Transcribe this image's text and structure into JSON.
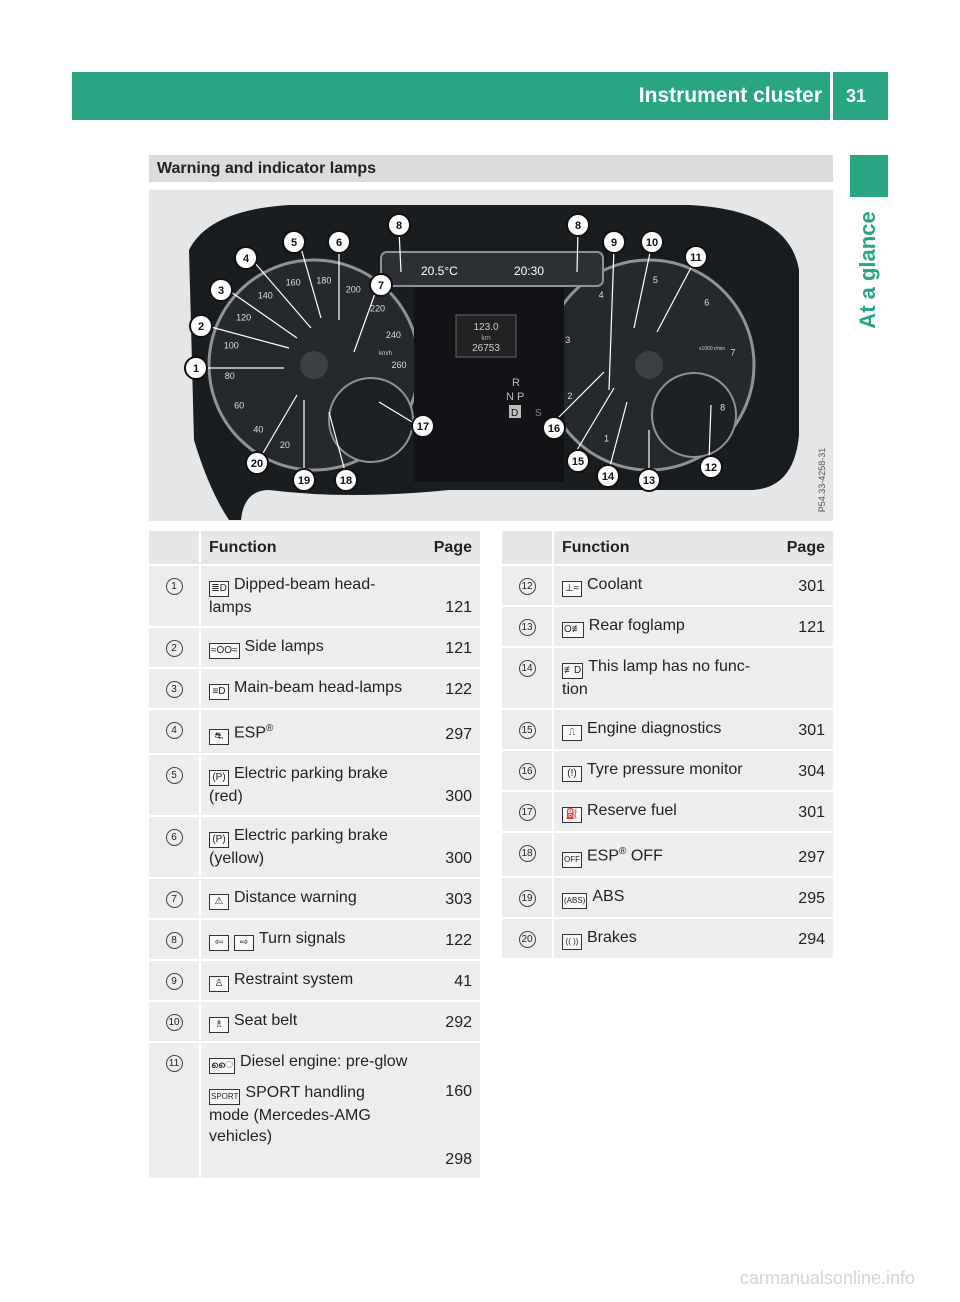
{
  "header": {
    "title": "Instrument cluster",
    "page_number": "31"
  },
  "side_tab": {
    "label": "At a glance"
  },
  "section": {
    "title": "Warning and indicator lamps"
  },
  "illustration": {
    "left_display_temp": "20.5°C",
    "left_display_time": "20:30",
    "trip_value": "123.0",
    "trip_unit": "km",
    "odometer": "26753",
    "gear_r": "R",
    "gear_np": "N P",
    "gear_d": "D",
    "gear_s": "S",
    "image_code": "P54.33-4258-31",
    "callouts": [
      "1",
      "2",
      "3",
      "4",
      "5",
      "6",
      "7",
      "8",
      "8",
      "9",
      "10",
      "11",
      "12",
      "13",
      "14",
      "15",
      "16",
      "17",
      "18",
      "19",
      "20"
    ],
    "speedo_ticks": [
      "20",
      "40",
      "60",
      "80",
      "100",
      "120",
      "140",
      "160",
      "180",
      "200",
      "220",
      "240",
      "260"
    ],
    "speedo_unit": "km/h",
    "tacho_ticks": [
      "1",
      "2",
      "3",
      "4",
      "5",
      "6",
      "7",
      "8"
    ],
    "tacho_unit": "x1000 r/min"
  },
  "table_left": {
    "headers": {
      "function": "Function",
      "page": "Page"
    },
    "rows": [
      {
        "num": "1",
        "icon": "≣D",
        "function": "Dipped-beam head-lamps",
        "page": "121"
      },
      {
        "num": "2",
        "icon": "≈OO≈",
        "function": "Side lamps",
        "page": "121"
      },
      {
        "num": "3",
        "icon": "≡D",
        "function": "Main-beam head-lamps",
        "page": "122"
      },
      {
        "num": "4",
        "icon": "⛐",
        "function": "ESP",
        "page": "297"
      },
      {
        "num": "5",
        "icon": "(P)",
        "function": "Electric parking brake (red)",
        "page": "300"
      },
      {
        "num": "6",
        "icon": "(P)",
        "function": "Electric parking brake (yellow)",
        "page": "300"
      },
      {
        "num": "7",
        "icon": "⚠",
        "function": "Distance warning",
        "page": "303"
      },
      {
        "num": "8",
        "icon_left": "⇦",
        "icon_right": "⇨",
        "function": "Turn signals",
        "page": "122"
      },
      {
        "num": "9",
        "icon": "♙",
        "function": "Restraint system",
        "page": "41"
      },
      {
        "num": "10",
        "icon": "♗",
        "function": "Seat belt",
        "page": "292"
      },
      {
        "num": "11",
        "icon": "ൈ",
        "function": "Diesel engine: pre-glow",
        "page": "160",
        "icon2": "SPORT",
        "function2": "SPORT handling mode (Mercedes-AMG vehicles)",
        "page2": "298"
      }
    ]
  },
  "table_right": {
    "headers": {
      "function": "Function",
      "page": "Page"
    },
    "rows": [
      {
        "num": "12",
        "icon": "⊥≈",
        "function": "Coolant",
        "page": "301"
      },
      {
        "num": "13",
        "icon": "O≢",
        "function": "Rear foglamp",
        "page": "121"
      },
      {
        "num": "14",
        "icon": "≢D",
        "function": "This lamp has no func-tion",
        "page": ""
      },
      {
        "num": "15",
        "icon": "⎍",
        "function": "Engine diagnostics",
        "page": "301"
      },
      {
        "num": "16",
        "icon": "(!)",
        "function": "Tyre pressure monitor",
        "page": "304"
      },
      {
        "num": "17",
        "icon": "⛽",
        "function": "Reserve fuel",
        "page": "301"
      },
      {
        "num": "18",
        "icon": "OFF",
        "function": "ESP",
        "function_suffix": "OFF",
        "page": "297"
      },
      {
        "num": "19",
        "icon": "(ABS)",
        "function": "ABS",
        "page": "295"
      },
      {
        "num": "20",
        "icon": "(( ))",
        "function": "Brakes",
        "page": "294"
      }
    ]
  },
  "reg_mark": "®",
  "watermark": "carmanualsonline.info"
}
